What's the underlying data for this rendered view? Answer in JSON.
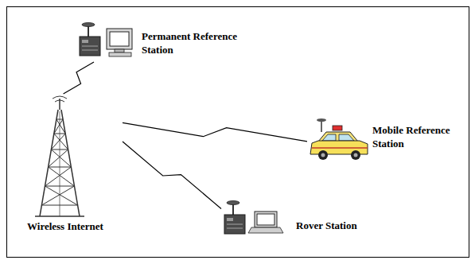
{
  "diagram": {
    "nodes": [
      {
        "text": [
          "Permanent Reference Station"
        ]
      },
      {
        "text": [
          "Wireless Internet"
        ]
      },
      {
        "text": [
          "Mobile Reference Station"
        ]
      },
      {
        "text": [
          "Rover Station"
        ]
      }
    ],
    "edges": [
      {
        "from": 1,
        "to": 0,
        "arrow": "none"
      },
      {
        "from": 1,
        "to": 2,
        "arrow": "none"
      },
      {
        "from": 1,
        "to": 3,
        "arrow": "none"
      }
    ]
  }
}
